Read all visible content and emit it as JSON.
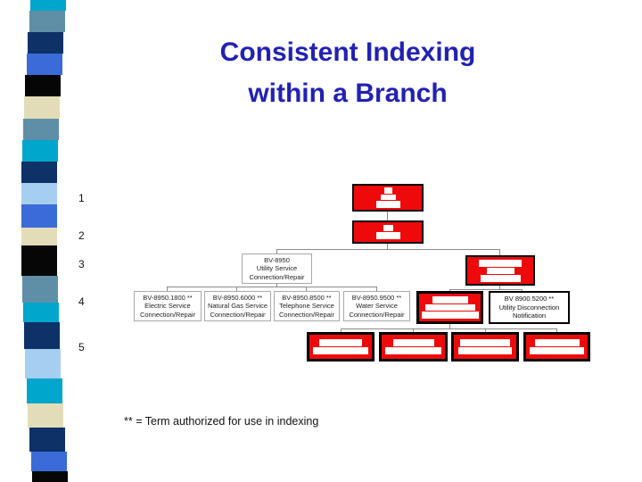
{
  "title": {
    "line1": "Consistent Indexing",
    "line2": "within a Branch"
  },
  "level_labels": [
    "1",
    "2",
    "3",
    "4",
    "5"
  ],
  "footnote": "** = Term authorized for use in indexing",
  "colors": {
    "title_blue": "#2121B4",
    "box_red": "#EE0A0A",
    "box_border_black": "#000000",
    "white_box_border": "#A8A8A8",
    "connector_gray": "#8A8A8A"
  },
  "ribbon": {
    "colors": [
      "#00A6CB",
      "#5E8FA6",
      "#0E3168",
      "#3A6BD8",
      "#060606",
      "#E2DDB8",
      "#5E8FA6",
      "#00A6CB",
      "#0E3168",
      "#A6CEF0",
      "#3A6BD8",
      "#E2DDB8",
      "#060606",
      "#5E8FA6",
      "#00A6CB",
      "#0E3168",
      "#A6CEF0",
      "#00A6CB",
      "#E2DDB8",
      "#0E3168",
      "#3A6BD8",
      "#060606"
    ]
  },
  "diagram": {
    "level3_left": {
      "line1": "BV-8950",
      "line2": "Utility Service",
      "line3": "Connection/Repair"
    },
    "level4_boxes": [
      {
        "line1": "BV-8950.1800 **",
        "line2": "Electric Service",
        "line3": "Connection/Repair"
      },
      {
        "line1": "BV-8950.6000 **",
        "line2": "Natural Gas Service",
        "line3": "Connection/Repair"
      },
      {
        "line1": "BV-8950.8500 **",
        "line2": "Telephone Service",
        "line3": "Connection/Repair"
      },
      {
        "line1": "BV-8950.9500 **",
        "line2": "Water Service",
        "line3": "Connection/Repair"
      }
    ],
    "level4_right": {
      "line1": "BV 8900.5200 **",
      "line2": "Utility Disconnection",
      "line3": "Notification"
    }
  }
}
